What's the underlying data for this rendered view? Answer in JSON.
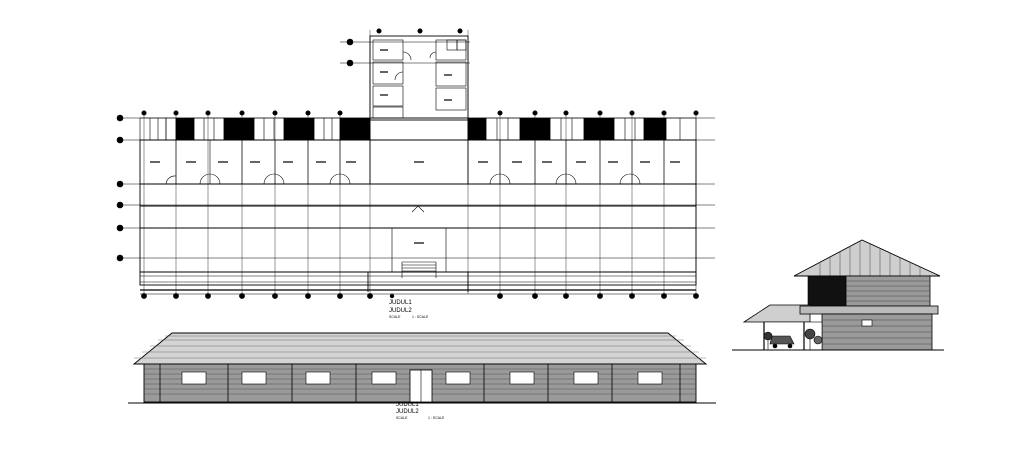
{
  "plan": {
    "title_1": "JUDUL1",
    "title_2": "JUDUL2",
    "scale_label": "SCALE",
    "scale_value": "1 : SCALE"
  },
  "front_elevation": {
    "title_1": "JUDUL1",
    "title_2": "JUDUL2",
    "scale_label": "SCALE",
    "scale_value": "1 : SCALE"
  },
  "colors": {
    "line": "#000000",
    "background": "#ffffff"
  }
}
